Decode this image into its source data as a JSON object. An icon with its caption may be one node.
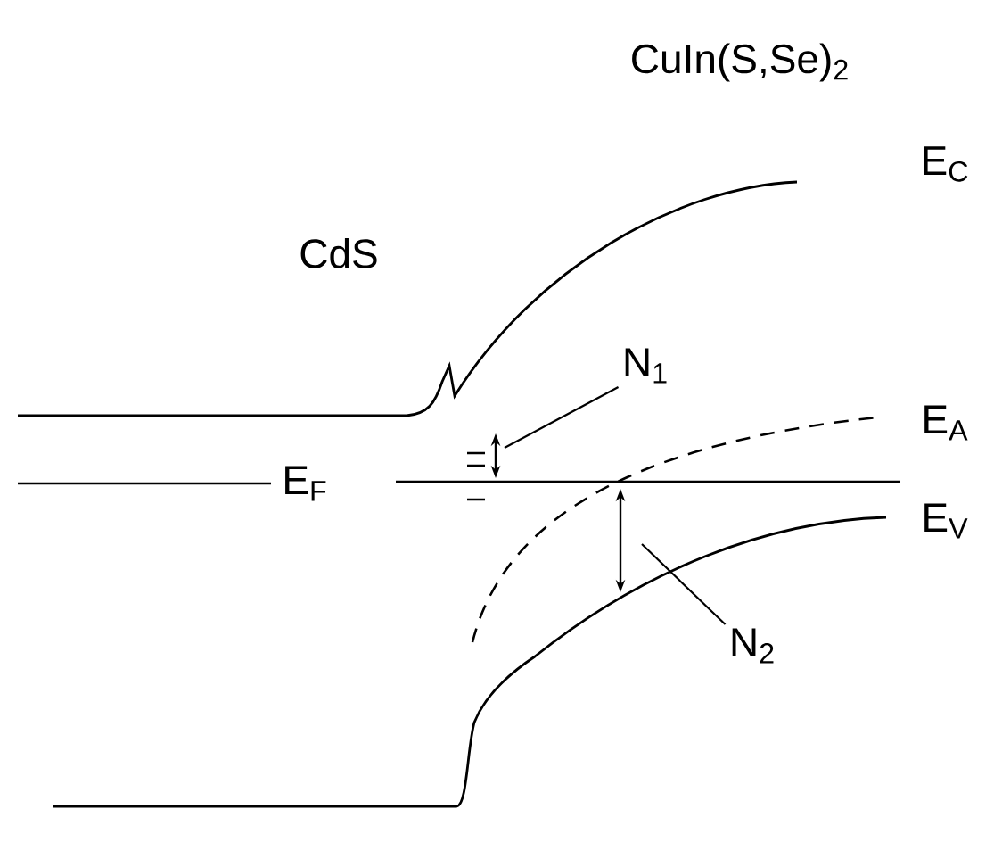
{
  "diagram": {
    "nodes": [
      {
        "text": [
          "N$_{1}$"
        ]
      },
      {
        "text": [
          "N$_{2}$"
        ]
      }
    ],
    "edges": [
      {
        "from": 0,
        "to": null,
        "arrow": "none"
      },
      {
        "from": 1,
        "to": null,
        "arrow": "none"
      }
    ],
    "labels": [
      "CuIn(S,Se)$_{2}$",
      "CdS",
      "E$_{C}$",
      "E$_{A}$",
      "E$_{F}$",
      "E$_{V}$"
    ]
  }
}
